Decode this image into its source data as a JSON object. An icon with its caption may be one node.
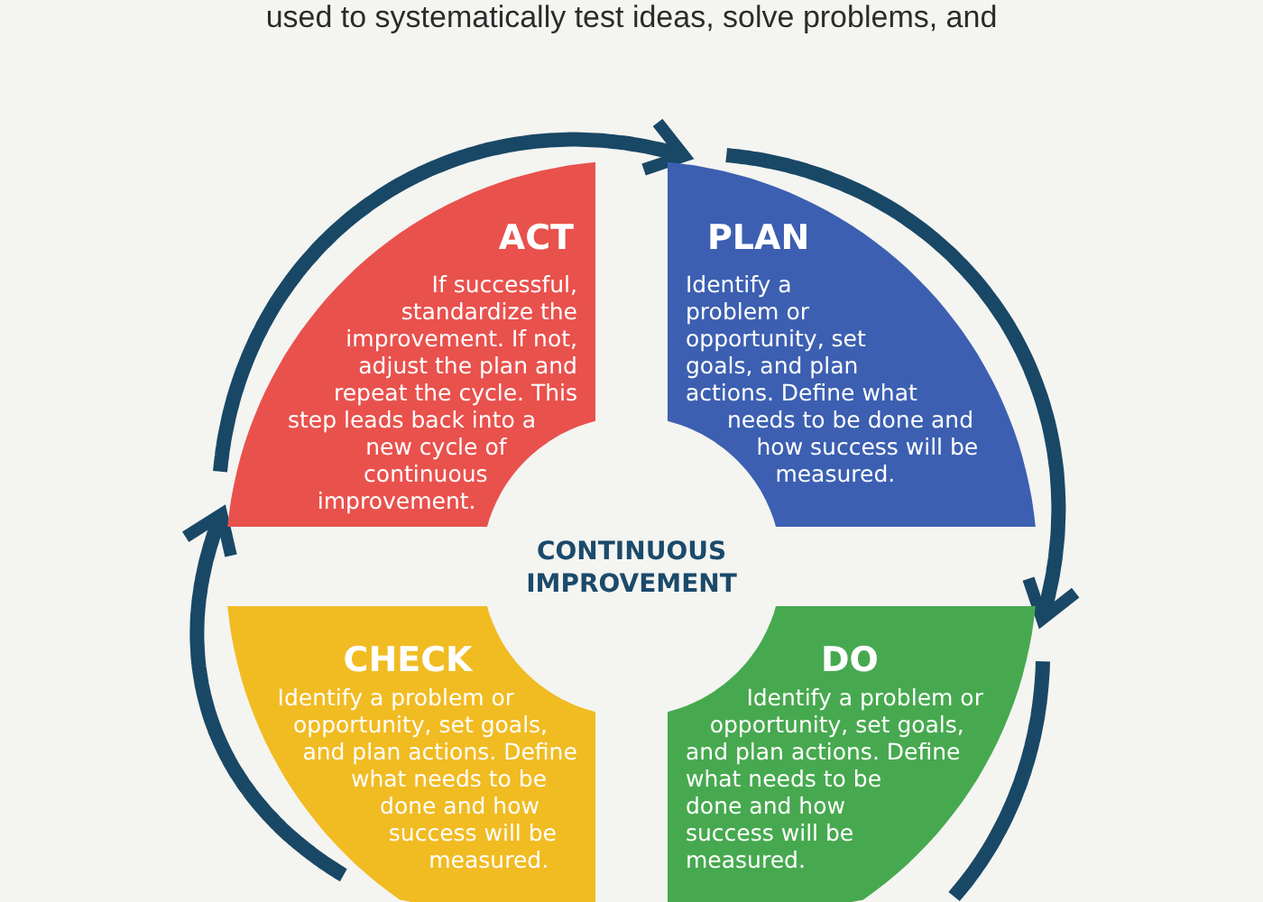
{
  "diagram": {
    "nodes": [
      {
        "text": [
          "ACT",
          "If successful, standardize the improvement. If not, adjust the plan and repeat the cycle. This step leads back into a new cycle of continuous improvement."
        ]
      },
      {
        "text": [
          "PLAN",
          "Identify a problem or opportunity, set goals, and plan actions. Define what needs to be done and how success will be measured."
        ]
      },
      {
        "text": [
          "CHECK",
          "Identify a problem or opportunity, set goals, and plan actions. Define what needs to be done and how success will be measured."
        ]
      },
      {
        "text": [
          "DO",
          "Identify a problem or opportunity, set goals, and plan actions. Define what needs to be done and how success will be measured."
        ]
      }
    ],
    "edges": [
      {
        "from": 0,
        "to": 1,
        "arrow": "to"
      },
      {
        "from": 1,
        "to": 3,
        "arrow": "to"
      },
      {
        "from": 3,
        "to": null,
        "arrow": "none"
      },
      {
        "from": 2,
        "to": 0,
        "arrow": "to"
      }
    ],
    "labels": [
      "used to systematically test ideas, solve problems, and",
      "CONTINUOUS IMPROVEMENT"
    ]
  }
}
